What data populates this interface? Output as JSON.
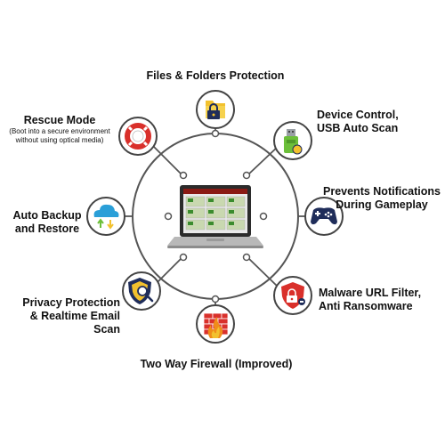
{
  "features": {
    "files_folders": {
      "title": "Files & Folders Protection",
      "icon": "folder-lock-icon"
    },
    "device_control": {
      "title_line1": "Device Control,",
      "title_line2": "USB Auto Scan",
      "icon": "usb-drive-icon"
    },
    "notifications": {
      "title_line1": "Prevents Notifications",
      "title_line2": "During Gameplay",
      "icon": "gamepad-icon"
    },
    "malware_url": {
      "title_line1": "Malware URL Filter,",
      "title_line2": "Anti Ransomware",
      "icon": "shield-lock-icon"
    },
    "firewall": {
      "title": "Two Way Firewall (Improved)",
      "icon": "firewall-icon"
    },
    "privacy": {
      "title_line1": "Privacy Protection",
      "title_line2": "& Realtime Email Scan",
      "icon": "shield-magnifier-icon"
    },
    "auto_backup": {
      "title_line1": "Auto Backup",
      "title_line2": "and Restore",
      "icon": "cloud-sync-icon"
    },
    "rescue_mode": {
      "title": "Rescue Mode",
      "sub_line1": "(Boot into a secure environment",
      "sub_line2": "without using optical media)",
      "icon": "lifebuoy-icon"
    }
  },
  "center": {
    "icon": "laptop-icon"
  },
  "colors": {
    "ring": "#555555",
    "node_border": "#444444",
    "dark_blue": "#1f2d5a",
    "red": "#d9302b",
    "orange": "#f08c1a",
    "yellow": "#f2c12e",
    "green": "#6cbf3a",
    "sky": "#2a9fd8"
  }
}
